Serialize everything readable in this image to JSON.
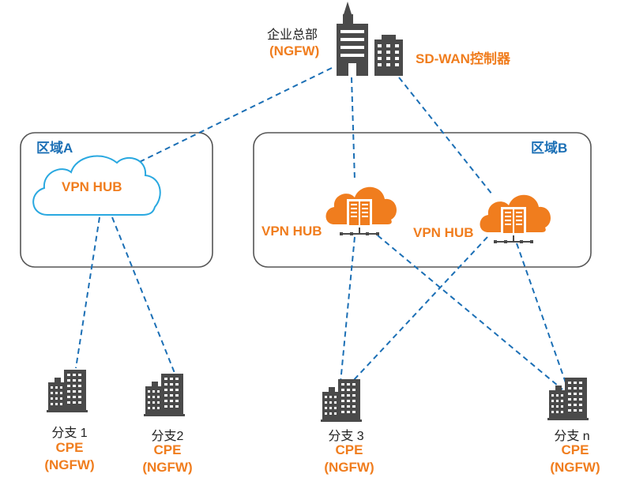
{
  "colors": {
    "accent": "#f07d1e",
    "link": "#1b6fb5",
    "icon": "#4a4a4a",
    "hub_outline": "#29a8e0",
    "region_border": "#555555"
  },
  "hq": {
    "name": "企业总部",
    "type": "(NGFW)",
    "icon": "building-icon"
  },
  "controller": {
    "label": "SD-WAN控制器",
    "icon": "office-building-icon"
  },
  "region_a": {
    "title": "区域A",
    "hub_label": "VPN HUB",
    "hub_icon": "cloud-outline-icon"
  },
  "region_b": {
    "title": "区域B",
    "hubs": [
      {
        "label": "VPN HUB",
        "icon": "cloud-server-icon"
      },
      {
        "label": "VPN HUB",
        "icon": "cloud-server-icon"
      }
    ]
  },
  "branches": [
    {
      "name": "分支 1",
      "type": "CPE",
      "fw": "(NGFW)",
      "icon": "branch-building-icon"
    },
    {
      "name": "分支2",
      "type": "CPE",
      "fw": "(NGFW)",
      "icon": "branch-building-icon"
    },
    {
      "name": "分支 3",
      "type": "CPE",
      "fw": "(NGFW)",
      "icon": "branch-building-icon"
    },
    {
      "name": "分支 n",
      "type": "CPE",
      "fw": "(NGFW)",
      "icon": "branch-building-icon"
    }
  ]
}
